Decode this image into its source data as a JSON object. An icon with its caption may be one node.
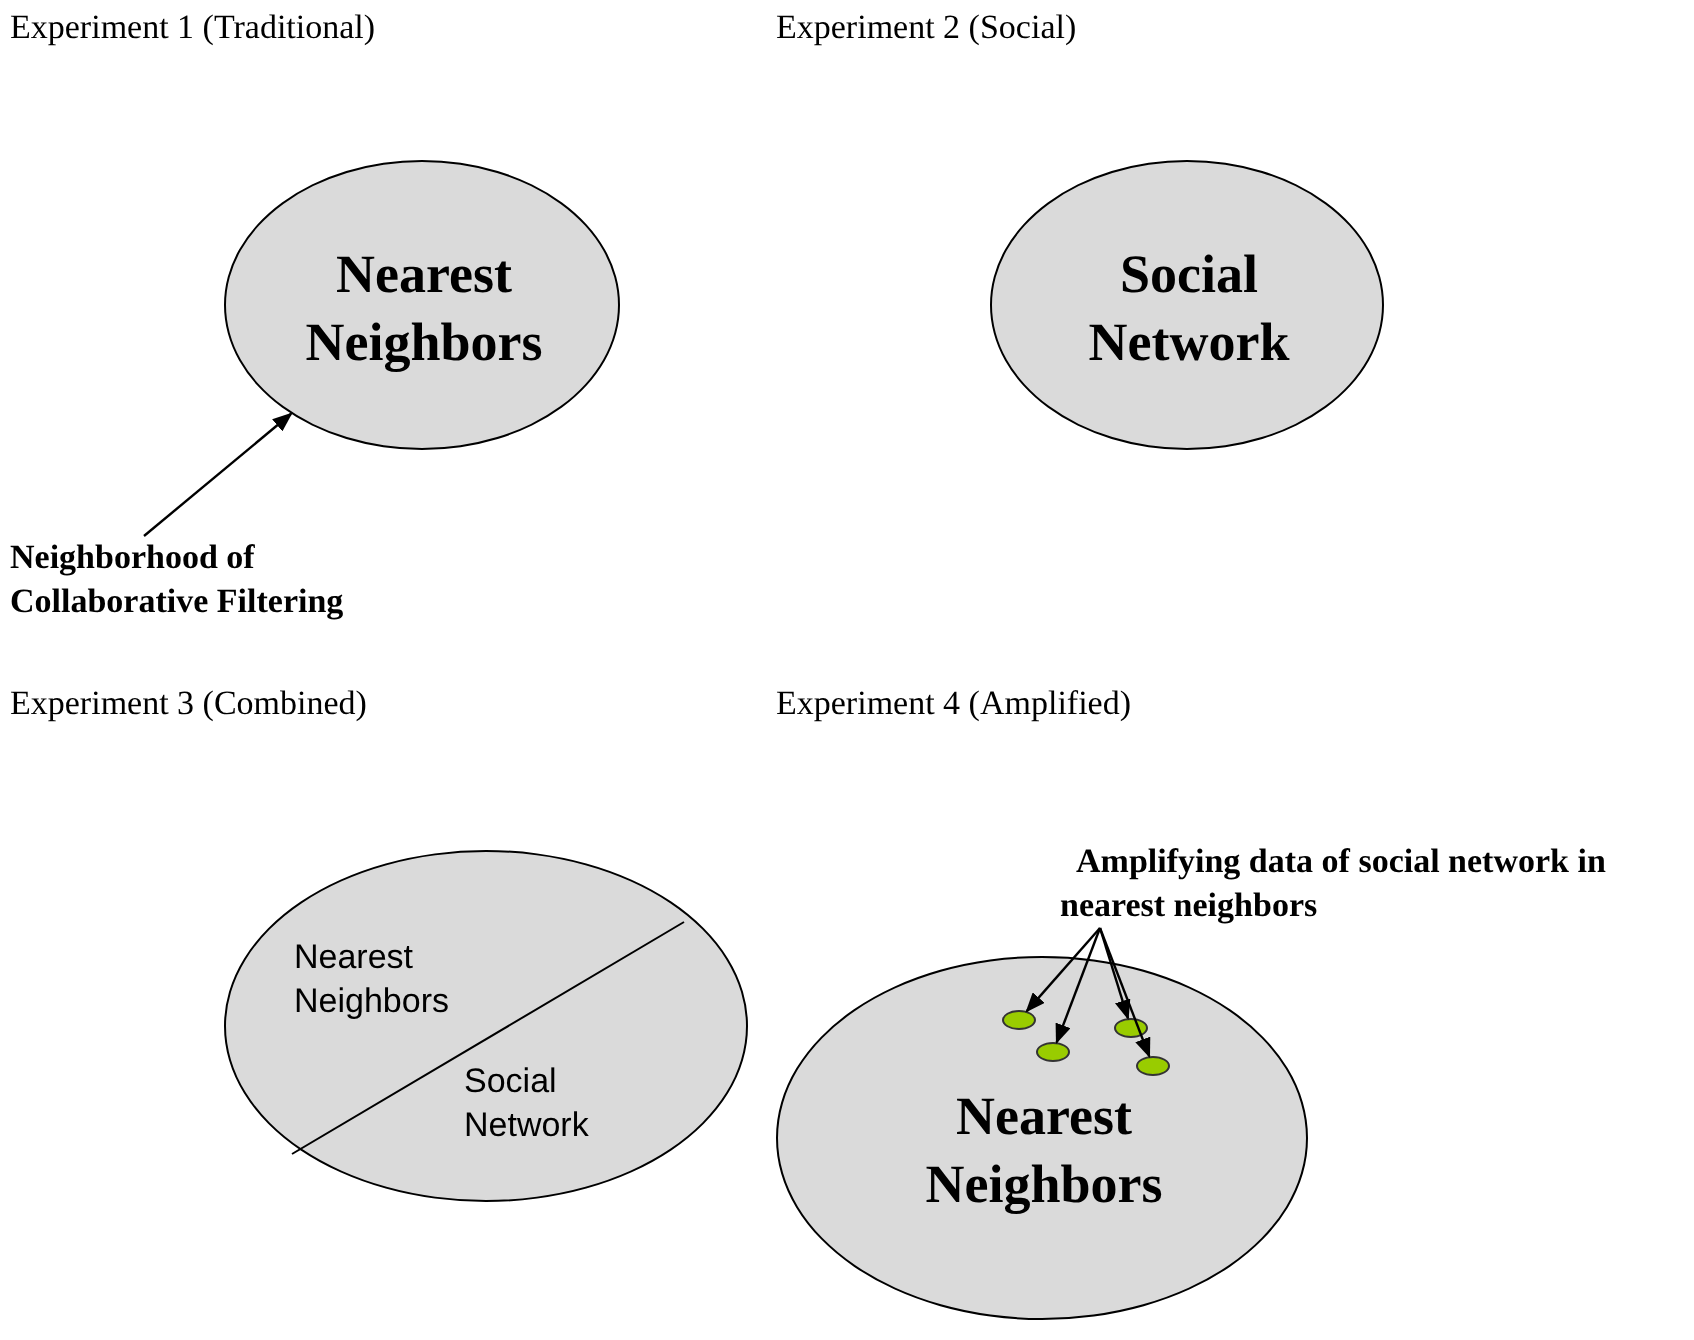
{
  "diagram": {
    "nodes": [
      {
        "text": [
          "Nearest Neighbors"
        ]
      },
      {
        "text": [
          "Social Network"
        ]
      },
      {
        "text": [
          "Neighborhood of Collaborative Filtering"
        ]
      },
      {
        "text": [
          "Nearest Neighbors",
          "Social Network"
        ]
      },
      {
        "text": [
          "Amplifying data of social network in nearest neighbors"
        ]
      },
      {
        "text": [
          "Nearest Neighbors"
        ]
      },
      {
        "text": [],
        "shape": "ellipse",
        "in": 5
      },
      {
        "text": [],
        "shape": "ellipse",
        "in": 5
      },
      {
        "text": [],
        "shape": "ellipse",
        "in": 5
      },
      {
        "text": [],
        "shape": "ellipse",
        "in": 5
      }
    ],
    "edges": [
      {
        "from": 2,
        "to": 0,
        "arrow": "to"
      },
      {
        "from": 4,
        "to": 6,
        "arrow": "to"
      },
      {
        "from": 4,
        "to": 7,
        "arrow": "to"
      },
      {
        "from": 4,
        "to": 8,
        "arrow": "to"
      },
      {
        "from": 4,
        "to": 9,
        "arrow": "to"
      }
    ],
    "labels": [
      "Experiment 1 (Traditional)",
      "Experiment 2 (Social)",
      "Experiment 3 (Combined)",
      "Experiment 4 (Amplified)"
    ]
  }
}
